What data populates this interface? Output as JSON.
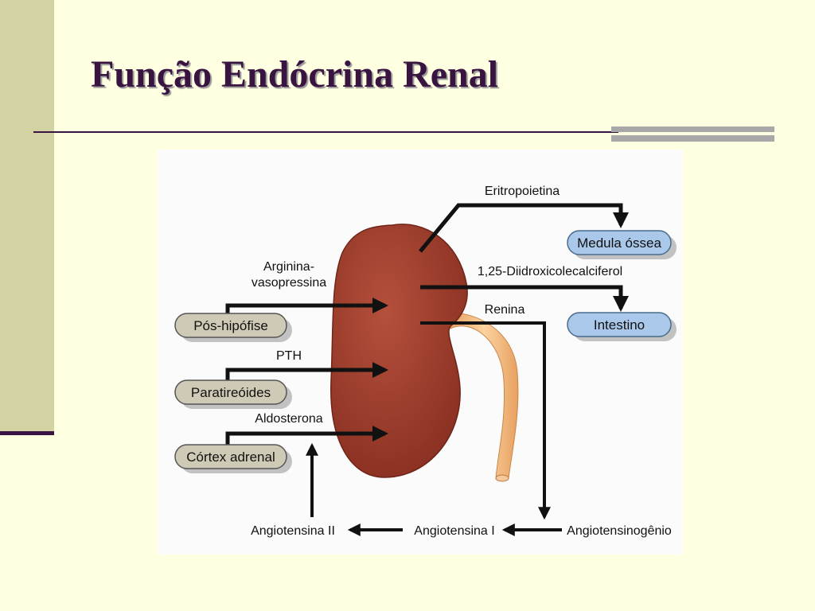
{
  "slide": {
    "title": "Função Endócrina Renal"
  },
  "diagram": {
    "boxes": {
      "pos_hipofise": "Pós-hipófise",
      "paratireoides": "Paratireóides",
      "cortex_adrenal": "Córtex adrenal",
      "medula_ossea": "Medula óssea",
      "intestino": "Intestino"
    },
    "labels": {
      "arginina_line1": "Arginina-",
      "arginina_line2": "vasopressina",
      "pth": "PTH",
      "aldosterona": "Aldosterona",
      "eritropoietina": "Eritropoietina",
      "calciferol": "1,25-Diidroxicolecalciferol",
      "renina": "Renina",
      "angiotensina_ii": "Angiotensina II",
      "angiotensina_i": "Angiotensina I",
      "angiotensinogenio": "Angiotensinogênio"
    },
    "colors": {
      "kidney": "#9e3b2c",
      "ureter": "#f2b87a",
      "gray_box": "#cfcab5",
      "blue_box": "#a9c8ea",
      "arrow": "#111111"
    }
  }
}
